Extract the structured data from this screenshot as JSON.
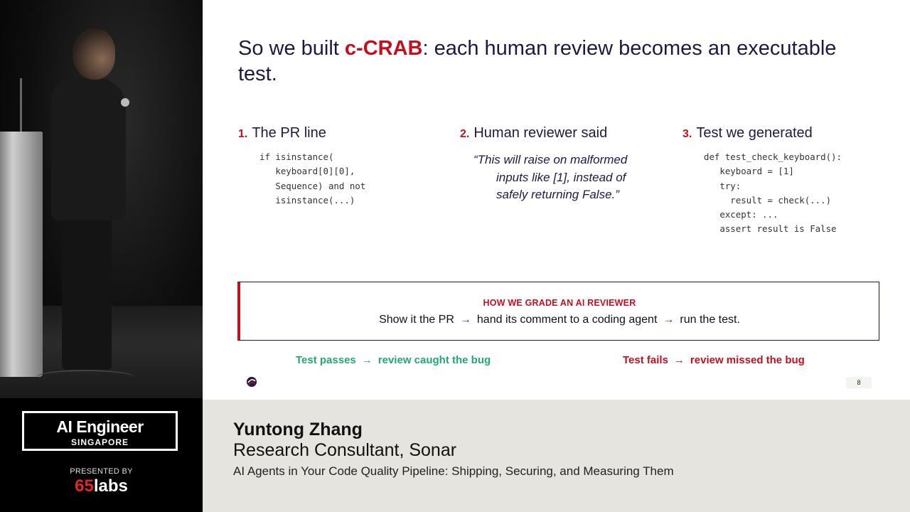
{
  "slide": {
    "title_pre": "So we built ",
    "title_brand": "c-CRAB",
    "title_post": ": each human review becomes an executable test.",
    "columns": [
      {
        "num": "1.",
        "heading": "The PR line",
        "code": "if isinstance(\n   keyboard[0][0],\n   Sequence) and not\n   isinstance(...)"
      },
      {
        "num": "2.",
        "heading": "Human reviewer said",
        "quote_lines": [
          "“This will raise on malformed",
          "inputs like [1], instead of",
          "safely returning False.”"
        ]
      },
      {
        "num": "3.",
        "heading": "Test we generated",
        "code": "def test_check_keyboard():\n   keyboard = [1]\n   try:\n     result = check(...)\n   except: ...\n   assert result is False"
      }
    ],
    "grade": {
      "title": "HOW WE GRADE AN AI REVIEWER",
      "step1": "Show it the PR",
      "step2": "hand its comment to a coding agent",
      "step3": "run the test.",
      "arrow": "→"
    },
    "pass": {
      "left": "Test passes",
      "right": "review caught the bug",
      "color": "#22a876"
    },
    "fail": {
      "left": "Test fails",
      "right": "review missed the bug",
      "color": "#c2101f"
    },
    "page_number": "8",
    "colors": {
      "accent": "#c2101f",
      "navy": "#1f1942"
    }
  },
  "lower_third": {
    "name": "Yuntong Zhang",
    "role": "Research Consultant, Sonar",
    "talk": "AI Agents in Your Code Quality Pipeline: Shipping, Securing, and Measuring Them"
  },
  "event": {
    "name": "AI Engineer",
    "location": "SINGAPORE",
    "presented_by": "PRESENTED BY",
    "sponsor_num": "65",
    "sponsor_text": "labs"
  }
}
